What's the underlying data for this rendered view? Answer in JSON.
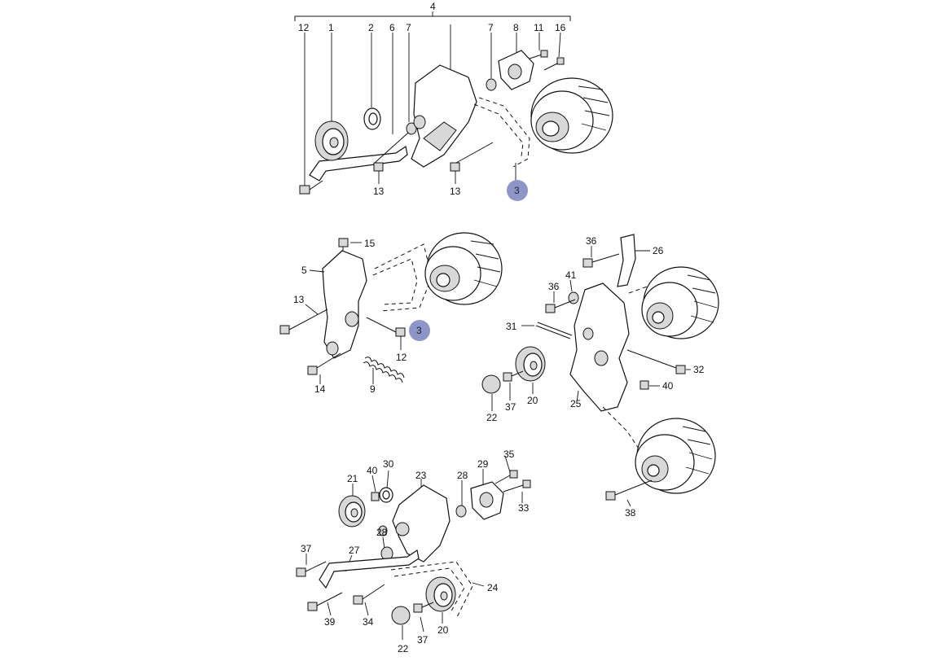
{
  "diagram": {
    "part_labels": {
      "top": [
        "4",
        "12",
        "1",
        "2",
        "6",
        "7",
        "7",
        "8",
        "11",
        "16",
        "13",
        "13"
      ],
      "mid_left": [
        "15",
        "5",
        "13",
        "12",
        "14",
        "9"
      ],
      "mid_right": [
        "36",
        "26",
        "41",
        "36",
        "31",
        "32",
        "40",
        "20",
        "37",
        "22",
        "25",
        "38"
      ],
      "bottom": [
        "21",
        "40",
        "30",
        "23",
        "28",
        "29",
        "35",
        "33",
        "37",
        "27",
        "28",
        "24",
        "39",
        "34",
        "20",
        "22",
        "37"
      ]
    },
    "badges": [
      "3",
      "3"
    ],
    "colors": {
      "badge_fill": "#8C96C8",
      "ink": "#111111",
      "background": "#FFFFFF"
    }
  }
}
